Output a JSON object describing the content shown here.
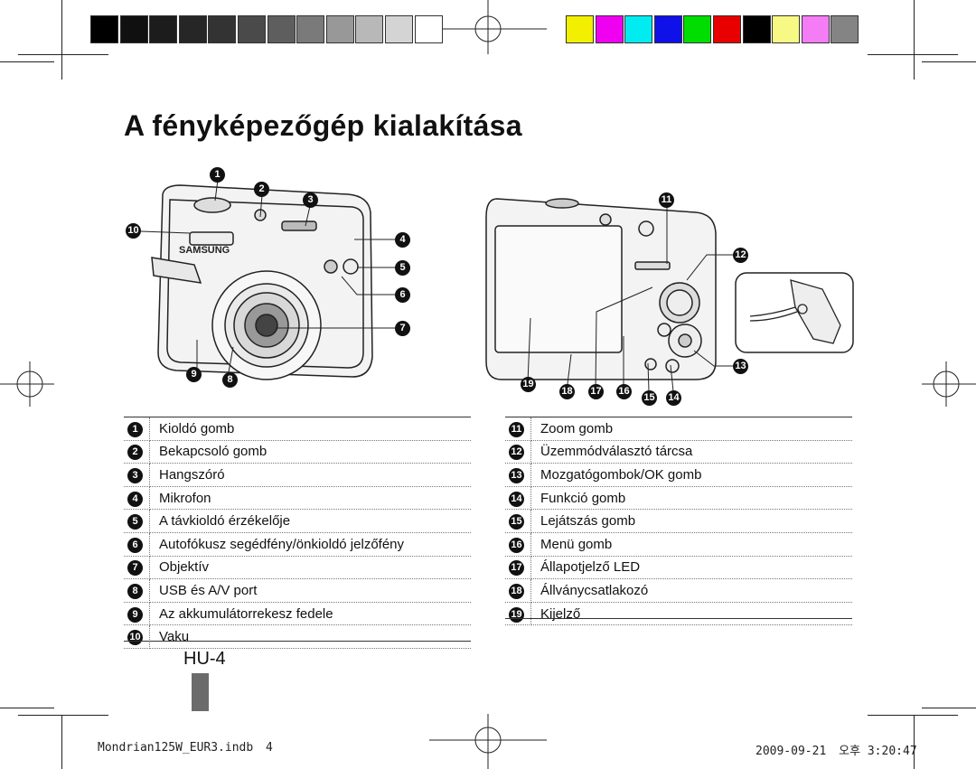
{
  "title": "A fényképezőgép kialakítása",
  "page_number": "HU-4",
  "grayscale_swatches": [
    "#000000",
    "#101010",
    "#1c1c1c",
    "#262626",
    "#333333",
    "#4a4a4a",
    "#5e5e5e",
    "#7a7a7a",
    "#989898",
    "#b8b8b8",
    "#d4d4d4",
    "#ffffff"
  ],
  "color_swatches": [
    "#f2ef00",
    "#f000f0",
    "#00ecf0",
    "#1010e8",
    "#00dd00",
    "#e80000",
    "#000000",
    "#f8f884",
    "#f47cf4",
    "#848484"
  ],
  "left_parts": [
    {
      "num": "1",
      "label": "Kioldó gomb"
    },
    {
      "num": "2",
      "label": "Bekapcsoló gomb"
    },
    {
      "num": "3",
      "label": "Hangszóró"
    },
    {
      "num": "4",
      "label": "Mikrofon"
    },
    {
      "num": "5",
      "label": "A távkioldó érzékelője"
    },
    {
      "num": "6",
      "label": "Autofókusz segédfény/önkioldó jelzőfény"
    },
    {
      "num": "7",
      "label": "Objektív"
    },
    {
      "num": "8",
      "label": "USB és A/V port"
    },
    {
      "num": "9",
      "label": "Az akkumulátorrekesz fedele"
    },
    {
      "num": "10",
      "label": "Vaku"
    }
  ],
  "right_parts": [
    {
      "num": "11",
      "label": "Zoom gomb"
    },
    {
      "num": "12",
      "label": "Üzemmódválasztó tárcsa"
    },
    {
      "num": "13",
      "label": "Mozgatógombok/OK gomb"
    },
    {
      "num": "14",
      "label": "Funkció gomb"
    },
    {
      "num": "15",
      "label": "Lejátszás gomb"
    },
    {
      "num": "16",
      "label": "Menü gomb"
    },
    {
      "num": "17",
      "label": "Állapotjelző LED"
    },
    {
      "num": "18",
      "label": "Állványcsatlakozó"
    },
    {
      "num": "19",
      "label": "Kijelző"
    }
  ],
  "front_callouts": [
    "1",
    "2",
    "3",
    "4",
    "5",
    "6",
    "7",
    "8",
    "9",
    "10"
  ],
  "back_callouts": [
    "11",
    "12",
    "13",
    "14",
    "15",
    "16",
    "17",
    "18",
    "19"
  ],
  "camera_brand": "SAMSUNG",
  "footer": {
    "file": "Mondrian125W_EUR3.indb",
    "page": "4",
    "date": "2009-09-21",
    "time": "오후 3:20:47"
  }
}
